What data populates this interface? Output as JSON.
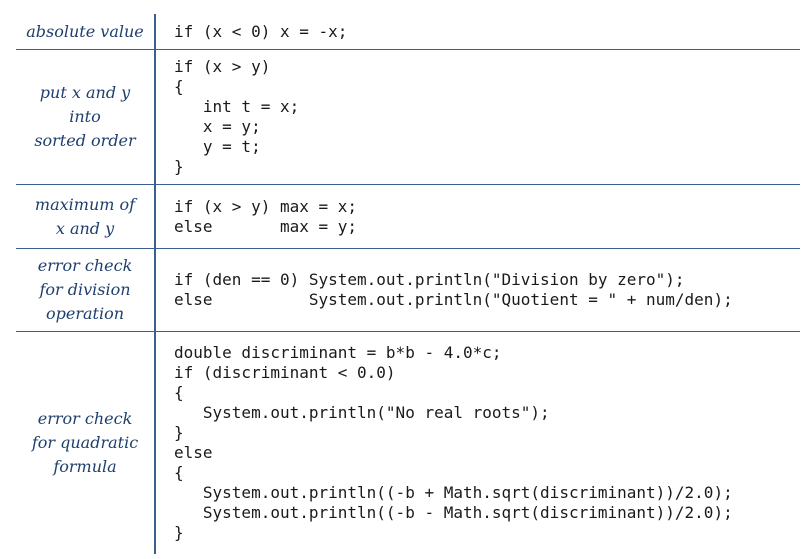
{
  "rows": [
    {
      "label": "absolute value",
      "code": [
        "if (x < 0) x = -x;"
      ]
    },
    {
      "label": "put x and y\ninto\nsorted order",
      "code": [
        "if (x > y)",
        "{",
        "   int t = x;",
        "   x = y;",
        "   y = t;",
        "}"
      ]
    },
    {
      "label": "maximum of\nx and y",
      "code": [
        "if (x > y) max = x;",
        "else       max = y;"
      ]
    },
    {
      "label": "error check\nfor division\noperation",
      "code": [
        "if (den == 0) System.out.println(\"Division by zero\");",
        "else          System.out.println(\"Quotient = \" + num/den);"
      ]
    },
    {
      "label": "error check\nfor quadratic\nformula",
      "code": [
        "double discriminant = b*b - 4.0*c;",
        "if (discriminant < 0.0)",
        "{",
        "   System.out.println(\"No real roots\");",
        "}",
        "else",
        "{",
        "   System.out.println((-b + Math.sqrt(discriminant))/2.0);",
        "   System.out.println((-b - Math.sqrt(discriminant))/2.0);",
        "}"
      ]
    }
  ]
}
